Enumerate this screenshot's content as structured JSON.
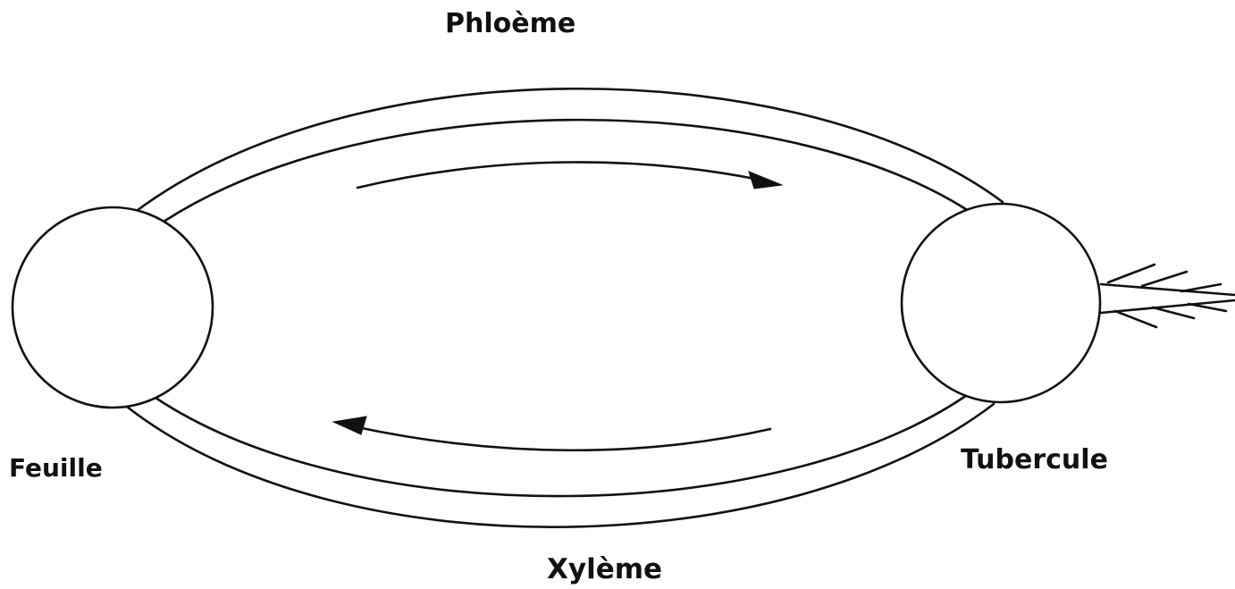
{
  "labels": {
    "top_vessel": "Phloème",
    "bottom_vessel": "Xylème",
    "left_node": "Feuille",
    "right_node": "Tubercule"
  },
  "colors": {
    "line": "#111111",
    "background": "#ffffff"
  },
  "icons": {
    "left_node": "circle",
    "right_node": "circle",
    "stolon": "stolon-hairs-icon"
  }
}
